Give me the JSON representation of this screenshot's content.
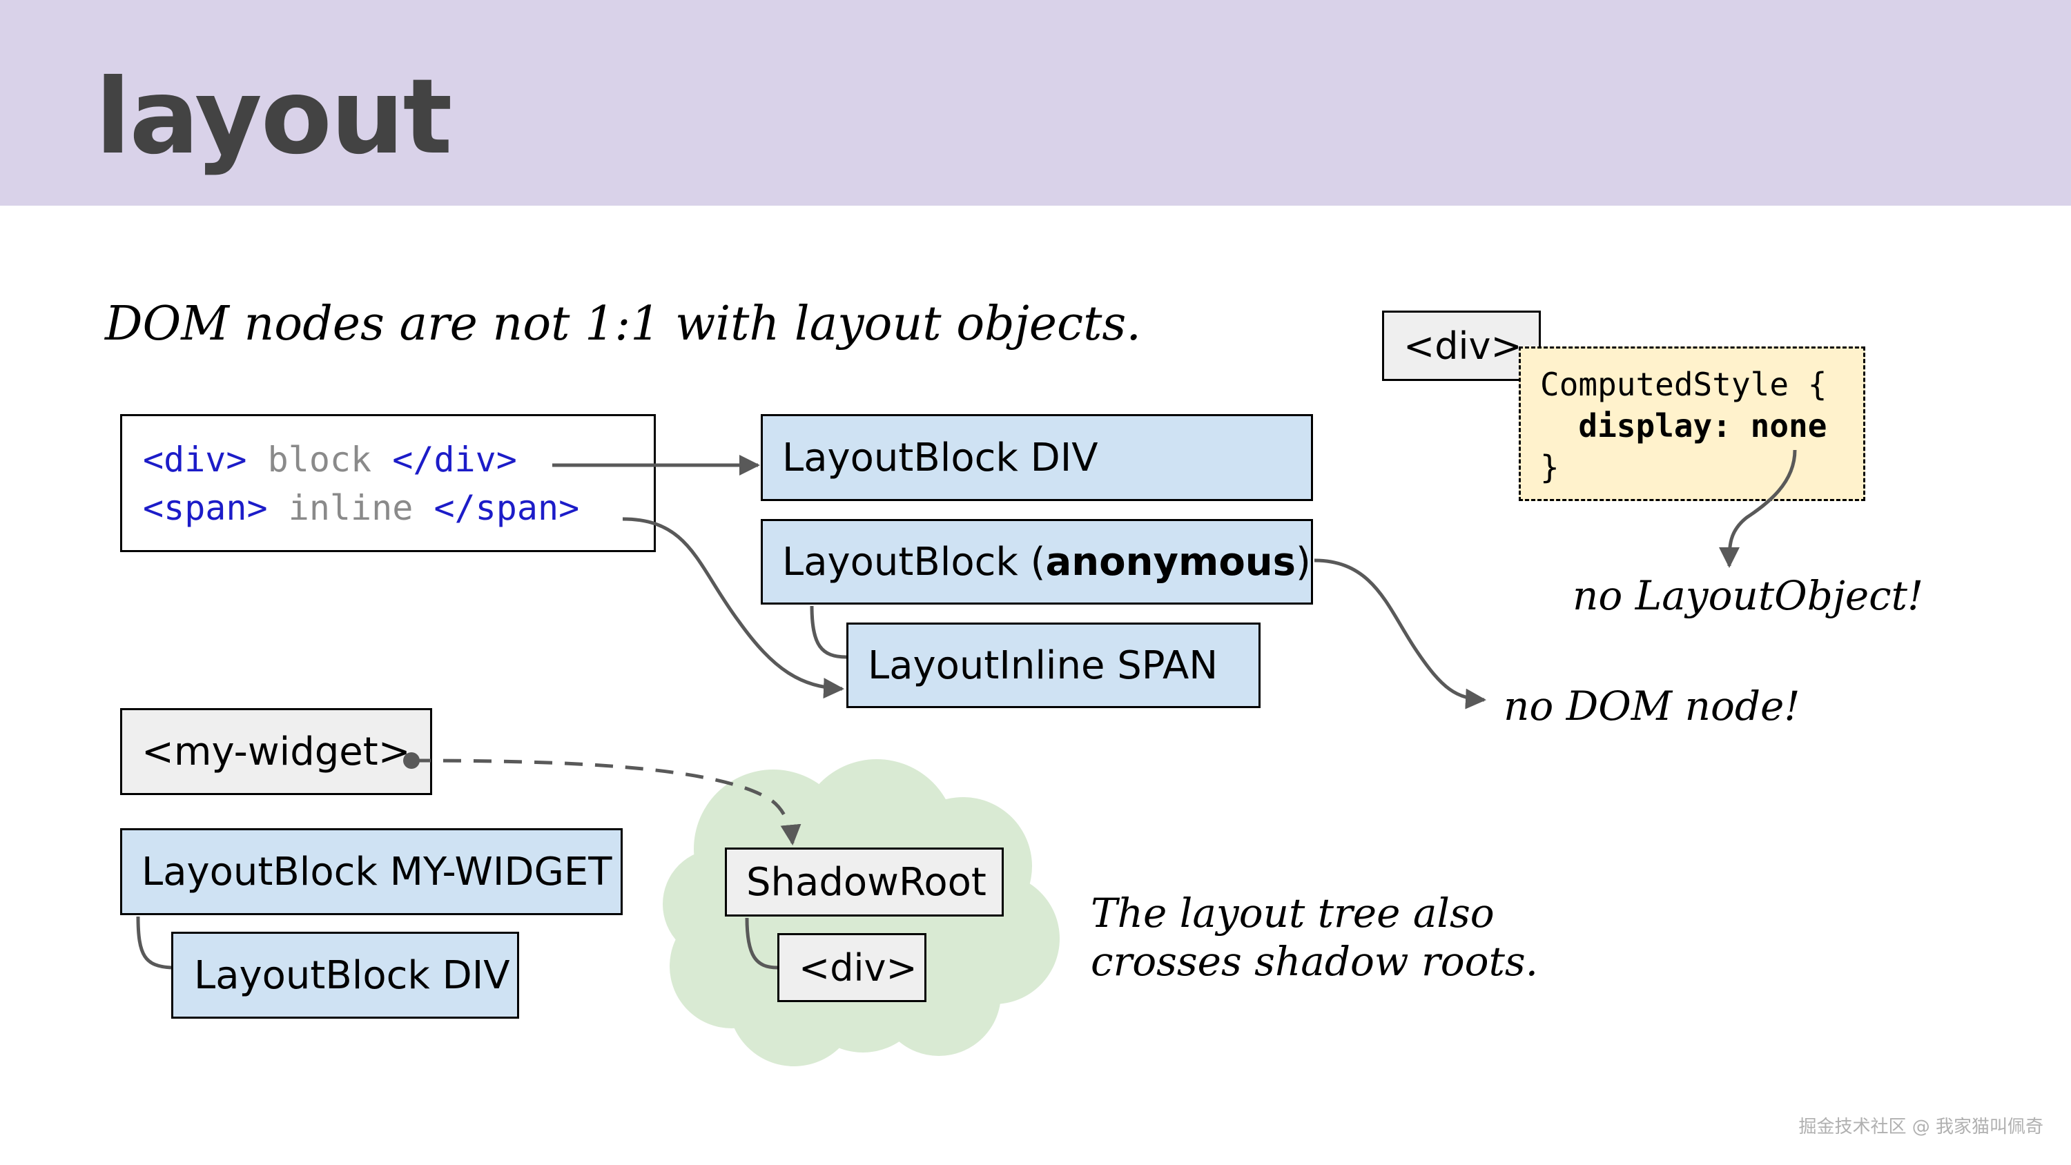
{
  "title": "layout",
  "subtitle": "DOM nodes are not 1:1 with layout objects.",
  "code_snippet": {
    "line1": {
      "open": "<div>",
      "text": " block ",
      "close": "</div>"
    },
    "line2": {
      "open": "<span>",
      "text": " inline ",
      "close": "</span>"
    }
  },
  "layout_nodes": {
    "block_div": "LayoutBlock DIV",
    "block_anon_prefix": "LayoutBlock (",
    "block_anon_bold": "anonymous",
    "block_anon_suffix": ")",
    "inline_span": "LayoutInline SPAN",
    "my_widget_block": "LayoutBlock MY-WIDGET",
    "my_widget_div": "LayoutBlock DIV"
  },
  "dom_nodes": {
    "hidden_div": "<div>",
    "my_widget": "<my-widget>",
    "shadow_root": "ShadowRoot",
    "shadow_div": "<div>"
  },
  "computed_style": {
    "line1": "ComputedStyle {",
    "prop": "display: none",
    "line3": "}"
  },
  "annotations": {
    "no_layout_object": "no LayoutObject!",
    "no_dom_node": "no DOM node!",
    "shadow_note_line1": "The layout tree also",
    "shadow_note_line2": "crosses shadow roots."
  },
  "watermark": "掘金技术社区 @ 我家猫叫佩奇",
  "colors": {
    "header_bg": "#d9d2e9",
    "layout_box": "#cfe2f3",
    "dom_box": "#efefef",
    "computed_style_bg": "#fff2cc",
    "shadow_cloud": "#d9ead3",
    "code_keyword": "#1c1cc8",
    "code_text": "#8a8a8a",
    "connector": "#595959"
  }
}
